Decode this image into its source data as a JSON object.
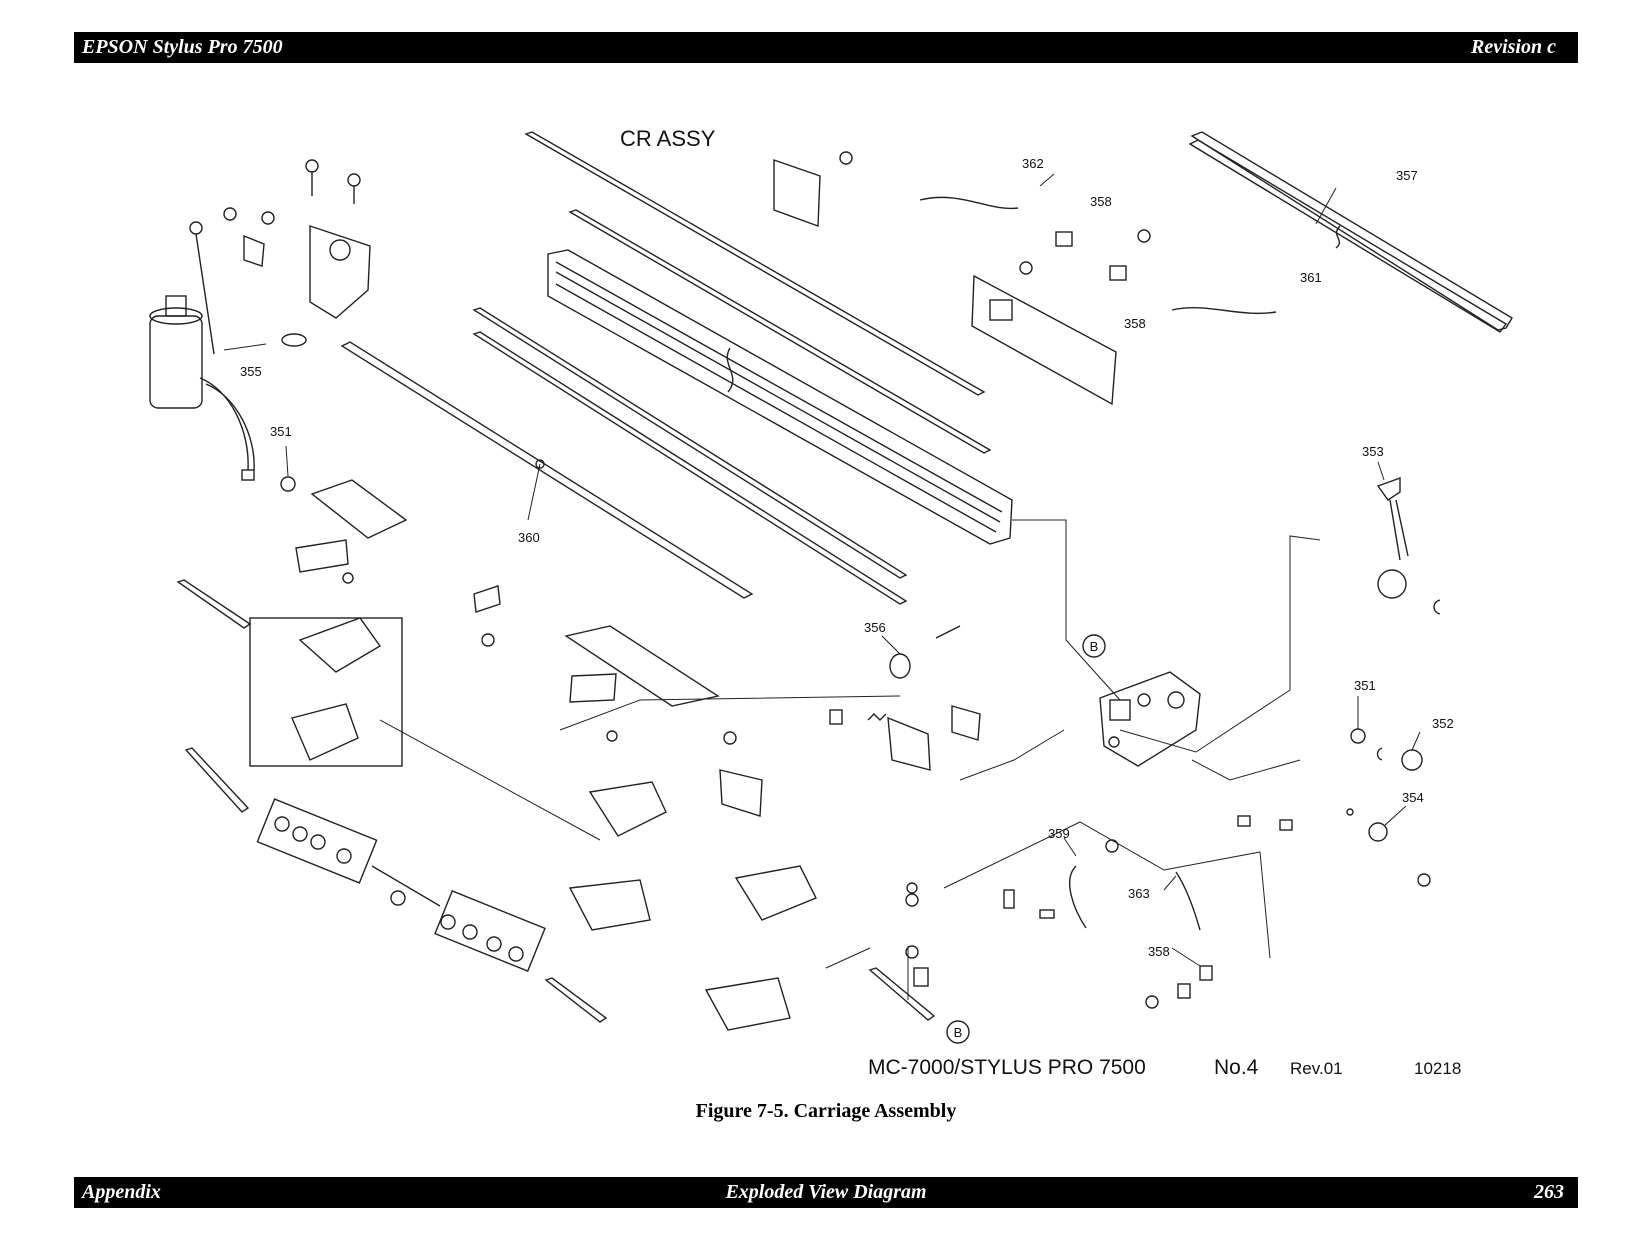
{
  "header": {
    "left": "EPSON Stylus Pro 7500",
    "right": "Revision c"
  },
  "footer": {
    "left": "Appendix",
    "center": "Exploded View Diagram",
    "right": "263"
  },
  "diagram": {
    "title": "CR ASSY",
    "part_labels": {
      "p355": "355",
      "p351a": "351",
      "p360": "360",
      "p362": "362",
      "p358a": "358",
      "p358b": "358",
      "p361": "361",
      "p357": "357",
      "p353": "353",
      "p356": "356",
      "p351b": "351",
      "p352": "352",
      "p354": "354",
      "p359": "359",
      "p363": "363",
      "p358c": "358"
    },
    "ref_mark": "B",
    "model": "MC-7000/STYLUS PRO 7500",
    "number": "No.4",
    "rev": "Rev.01",
    "code": "10218"
  },
  "caption": "Figure 7-5.  Carriage Assembly"
}
